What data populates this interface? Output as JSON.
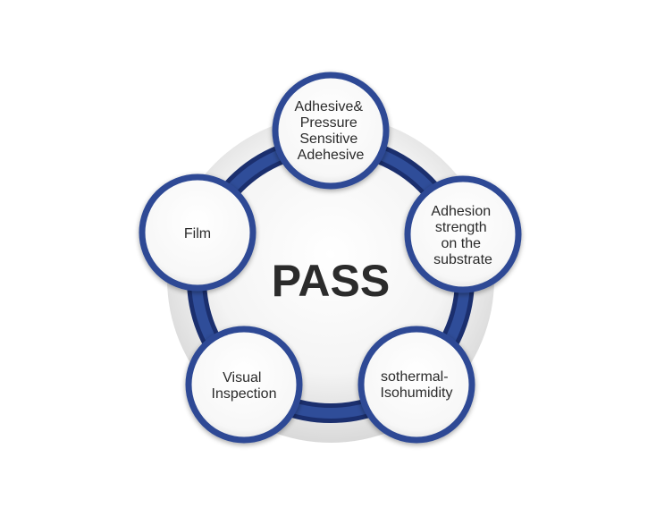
{
  "center": {
    "label": "PASS"
  },
  "nodes": [
    {
      "id": "adhesive",
      "lines": [
        "Adhesive&",
        "Pressure",
        "Sensitive",
        "Adehesive"
      ]
    },
    {
      "id": "adhesion-strength",
      "lines": [
        "Adhesion",
        "strength",
        "on the",
        "substrate"
      ]
    },
    {
      "id": "isothermal",
      "lines": [
        "sothermal-",
        "Isohumidity"
      ]
    },
    {
      "id": "visual-inspection",
      "lines": [
        "Visual",
        "Inspection"
      ]
    },
    {
      "id": "film",
      "lines": [
        "Film"
      ]
    }
  ],
  "colors": {
    "ring": "#27428b",
    "ring_dark": "#1b2f6e",
    "node_border": "#2d4a95",
    "node_fill": "#ffffff",
    "backdrop": "#ececec",
    "text": "#2a2a2a"
  }
}
